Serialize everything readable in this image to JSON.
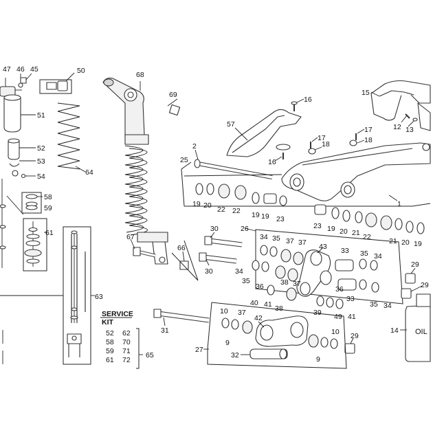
{
  "callouts": [
    {
      "id": "47",
      "label": "47"
    },
    {
      "id": "46",
      "label": "46"
    },
    {
      "id": "45",
      "label": "45"
    },
    {
      "id": "50",
      "label": "50"
    },
    {
      "id": "51",
      "label": "51"
    },
    {
      "id": "52",
      "label": "52"
    },
    {
      "id": "53",
      "label": "53"
    },
    {
      "id": "54",
      "label": "54"
    },
    {
      "id": "58",
      "label": "58"
    },
    {
      "id": "59",
      "label": "59"
    },
    {
      "id": "61",
      "label": "61"
    },
    {
      "id": "63",
      "label": "63"
    },
    {
      "id": "64",
      "label": "64"
    },
    {
      "id": "68",
      "label": "68"
    },
    {
      "id": "69",
      "label": "69"
    },
    {
      "id": "57",
      "label": "57"
    },
    {
      "id": "16a",
      "label": "16"
    },
    {
      "id": "16b",
      "label": "16"
    },
    {
      "id": "15",
      "label": "15"
    },
    {
      "id": "12",
      "label": "12"
    },
    {
      "id": "13",
      "label": "13"
    },
    {
      "id": "17a",
      "label": "17"
    },
    {
      "id": "18a",
      "label": "18"
    },
    {
      "id": "17b",
      "label": "17"
    },
    {
      "id": "18b",
      "label": "18"
    },
    {
      "id": "2",
      "label": "2"
    },
    {
      "id": "25",
      "label": "25"
    },
    {
      "id": "1",
      "label": "1"
    },
    {
      "id": "19a",
      "label": "19"
    },
    {
      "id": "20a",
      "label": "20"
    },
    {
      "id": "22a",
      "label": "22"
    },
    {
      "id": "22b",
      "label": "22"
    },
    {
      "id": "19b",
      "label": "19"
    },
    {
      "id": "19c",
      "label": "19"
    },
    {
      "id": "23a",
      "label": "23"
    },
    {
      "id": "23b",
      "label": "23"
    },
    {
      "id": "19d",
      "label": "19"
    },
    {
      "id": "20b",
      "label": "20"
    },
    {
      "id": "21a",
      "label": "21"
    },
    {
      "id": "22c",
      "label": "22"
    },
    {
      "id": "21b",
      "label": "21"
    },
    {
      "id": "20c",
      "label": "20"
    },
    {
      "id": "19e",
      "label": "19"
    },
    {
      "id": "67",
      "label": "67"
    },
    {
      "id": "66",
      "label": "66"
    },
    {
      "id": "30a",
      "label": "30"
    },
    {
      "id": "30b",
      "label": "30"
    },
    {
      "id": "26",
      "label": "26"
    },
    {
      "id": "34a",
      "label": "34"
    },
    {
      "id": "35a",
      "label": "35"
    },
    {
      "id": "37a",
      "label": "37"
    },
    {
      "id": "37b",
      "label": "37"
    },
    {
      "id": "43",
      "label": "43"
    },
    {
      "id": "33a",
      "label": "33"
    },
    {
      "id": "35b",
      "label": "35"
    },
    {
      "id": "34b",
      "label": "34"
    },
    {
      "id": "34c",
      "label": "34"
    },
    {
      "id": "35c",
      "label": "35"
    },
    {
      "id": "36a",
      "label": "36"
    },
    {
      "id": "38a",
      "label": "38"
    },
    {
      "id": "37c",
      "label": "37"
    },
    {
      "id": "40",
      "label": "40"
    },
    {
      "id": "41a",
      "label": "41"
    },
    {
      "id": "38b",
      "label": "38"
    },
    {
      "id": "36b",
      "label": "36"
    },
    {
      "id": "33b",
      "label": "33"
    },
    {
      "id": "35d",
      "label": "35"
    },
    {
      "id": "34d",
      "label": "34"
    },
    {
      "id": "39",
      "label": "39"
    },
    {
      "id": "49",
      "label": "49"
    },
    {
      "id": "41b",
      "label": "41"
    },
    {
      "id": "29a",
      "label": "29"
    },
    {
      "id": "29b",
      "label": "29"
    },
    {
      "id": "29c",
      "label": "29"
    },
    {
      "id": "31",
      "label": "31"
    },
    {
      "id": "10a",
      "label": "10"
    },
    {
      "id": "37d",
      "label": "37"
    },
    {
      "id": "42",
      "label": "42"
    },
    {
      "id": "9a",
      "label": "9"
    },
    {
      "id": "27",
      "label": "27"
    },
    {
      "id": "32",
      "label": "32"
    },
    {
      "id": "10b",
      "label": "10"
    },
    {
      "id": "9b",
      "label": "9"
    },
    {
      "id": "14",
      "label": "14"
    },
    {
      "id": "65",
      "label": "65"
    }
  ],
  "service_kit": {
    "title_line1": "SERVICE",
    "title_line2": "KIT",
    "rows": [
      [
        "52",
        "62"
      ],
      [
        "58",
        "70"
      ],
      [
        "59",
        "71"
      ],
      [
        "61",
        "72"
      ]
    ]
  },
  "oil_label": "OIL"
}
